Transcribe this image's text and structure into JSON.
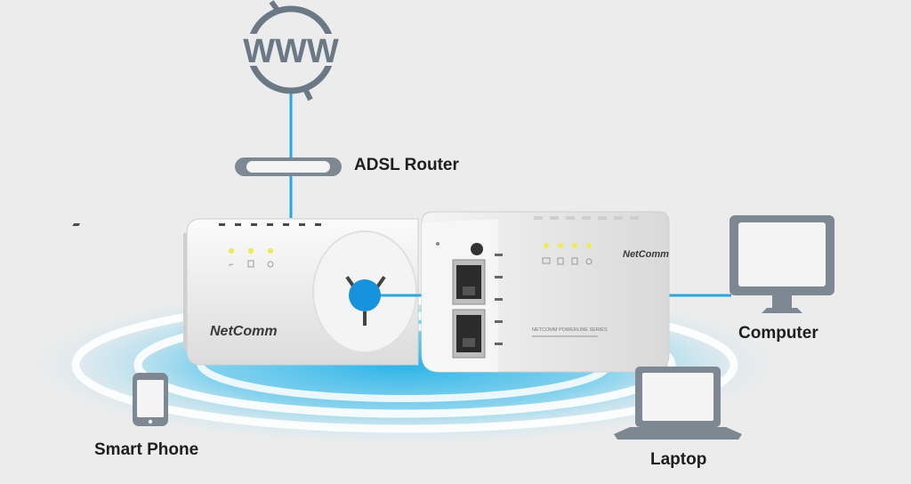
{
  "labels": {
    "internet": "WWW",
    "router": "ADSL Router",
    "computer": "Computer",
    "phone": "Smart Phone",
    "laptop": "Laptop"
  },
  "device": {
    "brand_main": "NetComm",
    "brand_small": "NetComm",
    "series_text": "NETCOMM POWERLINE SERIES"
  },
  "colors": {
    "link": "#2aa7df",
    "hub": "#1793dd",
    "icon": "#7d8893",
    "wifi": "#7fd0ef",
    "led": "#f3e85a"
  }
}
